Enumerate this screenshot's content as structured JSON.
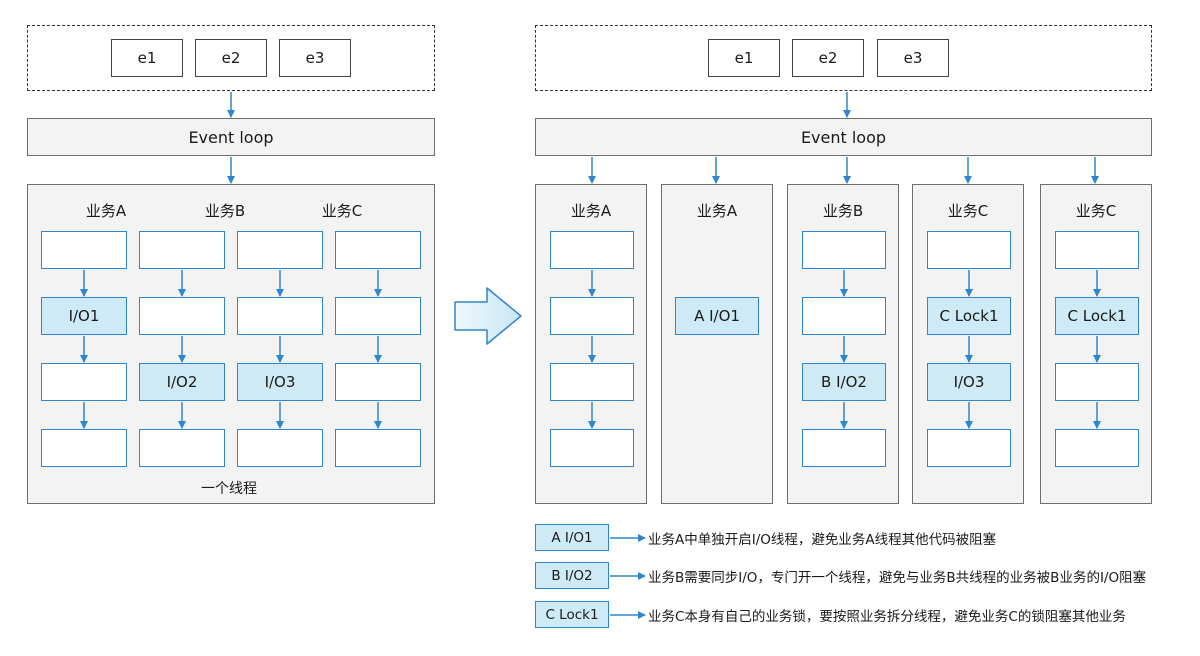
{
  "events": [
    "e1",
    "e2",
    "e3"
  ],
  "event_loop": "Event loop",
  "single_thread": {
    "caption": "一个线程",
    "headers": [
      "业务A",
      "业务B",
      "业务C"
    ],
    "cells": [
      "",
      "",
      "",
      "",
      "I/O1",
      "",
      "",
      "",
      "",
      "I/O2",
      "I/O3",
      "",
      "",
      "",
      "",
      ""
    ]
  },
  "multi_thread": {
    "headers": [
      "业务A",
      "业务A",
      "业务B",
      "业务C",
      "业务C"
    ],
    "cells": [
      "",
      "",
      "",
      "",
      "A I/O1",
      "",
      "",
      "B I/O2",
      "",
      "",
      "C Lock1",
      "I/O3",
      "",
      "",
      "C Lock1",
      "",
      ""
    ]
  },
  "legend": [
    {
      "tag": "A I/O1",
      "text": "业务A中单独开启I/O线程，避免业务A线程其他代码被阻塞"
    },
    {
      "tag": "B I/O2",
      "text": "业务B需要同步I/O，专门开一个线程，避免与业务B共线程的业务被B业务的I/O阻塞"
    },
    {
      "tag": "C Lock1",
      "text": "业务C本身有自己的业务锁，要按照业务拆分线程，避免业务C的锁阻塞其他业务"
    }
  ],
  "colors": {
    "arrow": "#2f86cc",
    "box_border": "#2f86cc",
    "highlight": "#cdeaf6",
    "panel": "#f3f3f3"
  }
}
